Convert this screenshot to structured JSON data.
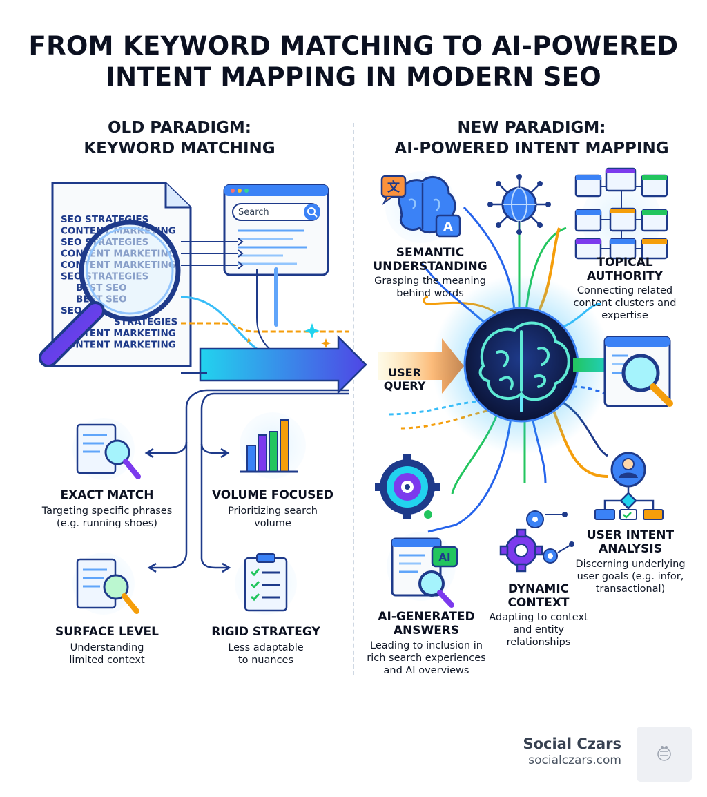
{
  "title": {
    "line1": "FROM KEYWORD MATCHING TO AI-POWERED",
    "line2": "INTENT MAPPING IN MODERN SEO"
  },
  "old_paradigm": {
    "heading_line1": "OLD PARADIGM:",
    "heading_line2": "KEYWORD MATCHING",
    "document_lines": [
      "SEO STRATEGIES",
      "CONTENT MARKETING",
      "SEO STRATEGIES",
      "CONTENT MARKETING",
      "CONTENT MARKETING",
      "SEO STRATEGIES",
      "BEST SEO",
      "BEST SEO",
      "SEO",
      "STRATEGIES",
      "CONTENT MARKETING",
      "CONTENT MARKETING"
    ],
    "search_placeholder": "Search",
    "items": [
      {
        "title": "EXACT MATCH",
        "desc": "Targeting specific phrases (e.g. running shoes)",
        "icon": "document-magnifier-icon"
      },
      {
        "title": "VOLUME FOCUSED",
        "desc": "Prioritizing search volume",
        "icon": "bar-chart-icon"
      },
      {
        "title": "SURFACE LEVEL",
        "desc": "Understanding limited context",
        "icon": "document-magnifier-icon"
      },
      {
        "title": "RIGID STRATEGY",
        "desc": "Less adaptable to nuances",
        "icon": "checklist-icon"
      }
    ]
  },
  "center": {
    "user_query_line1": "USER",
    "user_query_line2": "QUERY"
  },
  "new_paradigm": {
    "heading_line1": "NEW PARADIGM:",
    "heading_line2": "AI-POWERED INTENT MAPPING",
    "items": [
      {
        "title_line1": "SEMANTIC",
        "title_line2": "UNDERSTANDING",
        "desc": "Grasping the meaning behind words",
        "icon": "brain-translate-icon"
      },
      {
        "title_line1": "TOPICAL",
        "title_line2": "AUTHORITY",
        "desc": "Connecting related content clusters and expertise",
        "icon": "content-cluster-icon"
      },
      {
        "title_line1": "USER INTENT",
        "title_line2": "ANALYSIS",
        "desc": "Discerning underlying user goals (e.g. infor, transactional)",
        "icon": "user-flow-icon"
      },
      {
        "title_line1": "DYNAMIC",
        "title_line2": "CONTEXT",
        "desc": "Adapting to context and entity relationships",
        "icon": "gears-icon"
      },
      {
        "title_line1": "AI-GENERATED",
        "title_line2": "ANSWERS",
        "desc": "Leading to inclusion in rich search experiences and AI overviews",
        "icon": "ai-answer-icon"
      }
    ],
    "ai_badge": "AI",
    "translate_glyph": "文",
    "translate_letter": "A"
  },
  "brand": {
    "name": "Social Czars",
    "url": "socialczars.com"
  },
  "colors": {
    "navy": "#1e3a8a",
    "blue": "#2563eb",
    "cyan": "#22d3ee",
    "green": "#22c55e",
    "orange": "#f59e0b",
    "purple": "#7c3aed"
  }
}
